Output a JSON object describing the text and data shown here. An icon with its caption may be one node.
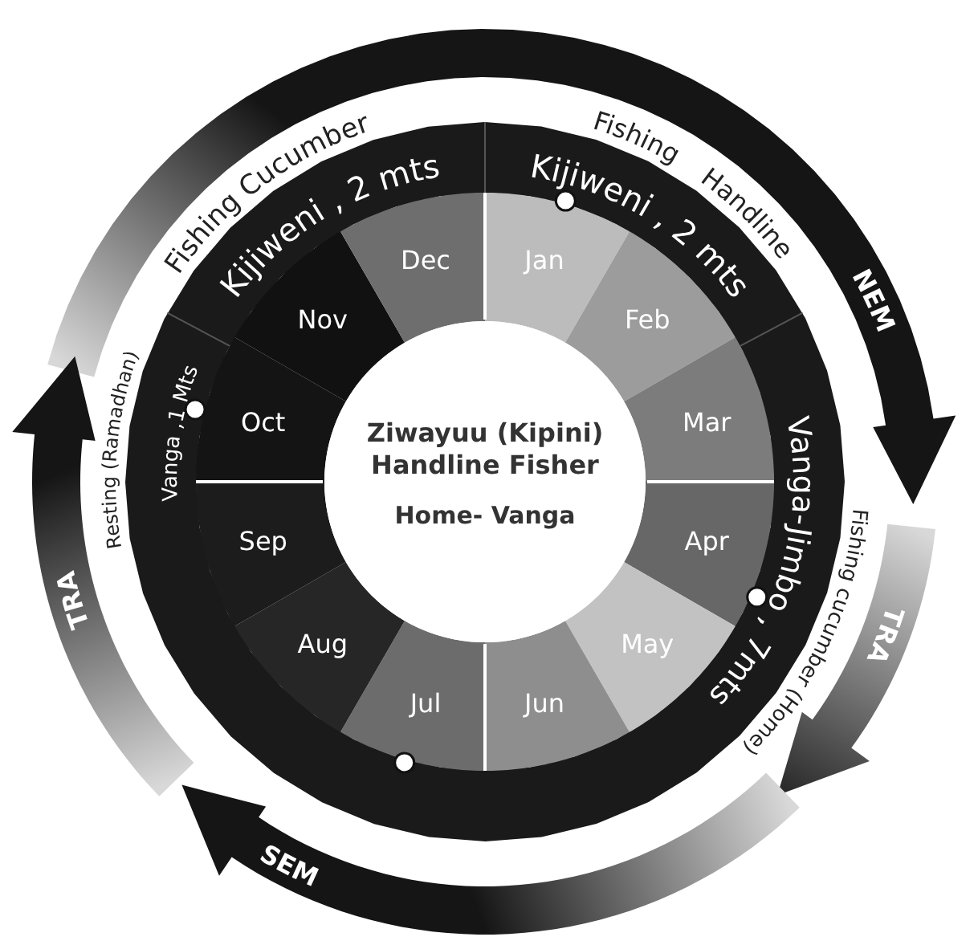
{
  "diagram": {
    "nodes": [
      {
        "text": [
          "Ziwayuu (Kipini) Handline Fisher",
          "Home- Vanga"
        ]
      },
      {
        "text": [
          "Jan"
        ]
      },
      {
        "text": [
          "Feb"
        ]
      },
      {
        "text": [
          "Mar"
        ]
      },
      {
        "text": [
          "Apr"
        ]
      },
      {
        "text": [
          "May"
        ]
      },
      {
        "text": [
          "Jun"
        ]
      },
      {
        "text": [
          "Jul"
        ]
      },
      {
        "text": [
          "Aug"
        ]
      },
      {
        "text": [
          "Sep"
        ]
      },
      {
        "text": [
          "Oct"
        ]
      },
      {
        "text": [
          "Nov"
        ]
      },
      {
        "text": [
          "Dec"
        ]
      }
    ],
    "labels": [
      "Fishing Cucumber",
      "Kijiweni , 2 mts",
      "Kijiweni , 2 mts",
      "Fishing Handline",
      "Resting (Ramadhan)",
      "Vanga ,1 Mts",
      "Vanga-Jimbo , 7mts",
      "NEM",
      "Fishing cucumber (Home)",
      "TRA",
      "TRA",
      "SEM"
    ]
  }
}
